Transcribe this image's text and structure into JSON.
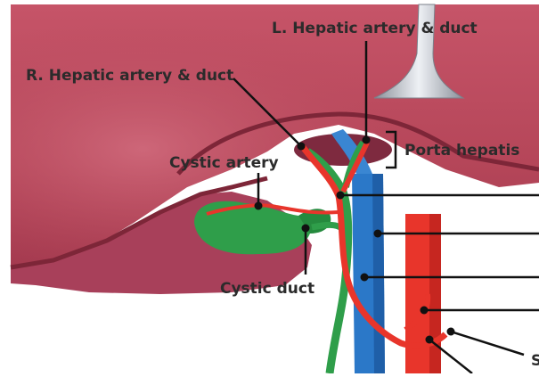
{
  "labels": {
    "l_hepatic": "L. Hepatic artery & duct",
    "r_hepatic": "R. Hepatic artery & duct",
    "porta": "Porta hepatis",
    "cystic_artery": "Cystic artery",
    "cystic_duct": "Cystic duct",
    "cut_letter": "S"
  },
  "colors": {
    "liver": "#b94a5d",
    "liver_dark": "#8f2f44",
    "gallbladder": "#2f9e4a",
    "artery": "#e8352b",
    "vein": "#2b78c8",
    "line": "#111111"
  }
}
